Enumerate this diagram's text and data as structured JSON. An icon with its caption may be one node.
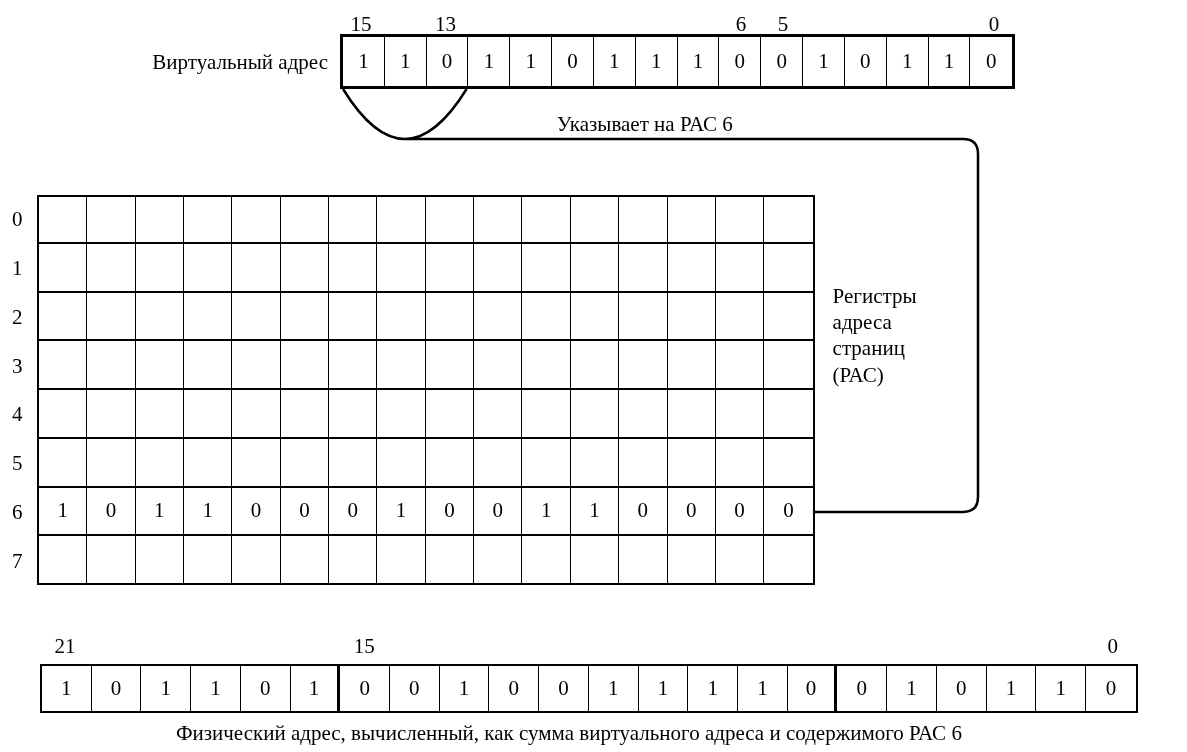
{
  "diagram": {
    "nodes": [
      {
        "text": [
          "Виртуальный адрес",
          "1",
          "1",
          "0",
          "1",
          "1",
          "0",
          "1",
          "1",
          "1",
          "0",
          "0",
          "1",
          "0",
          "1",
          "1",
          "0"
        ]
      },
      {
        "text": [
          "Регистры адреса страниц (РАС)"
        ]
      },
      {
        "text": [
          "1",
          "0",
          "1",
          "1",
          "0",
          "0",
          "0",
          "1",
          "0",
          "0",
          "1",
          "1",
          "0",
          "0",
          "0",
          "0"
        ],
        "in": 1
      },
      {
        "text": [
          "1",
          "0",
          "1",
          "1",
          "0",
          "1",
          "0",
          "0",
          "1",
          "0",
          "0",
          "1",
          "1",
          "1",
          "1",
          "0",
          "0",
          "1",
          "0",
          "1",
          "1",
          "0"
        ],
        "beside": [
          "Физический адрес, вычисленный, как сумма виртуального адреса и содержимого РАС 6"
        ]
      }
    ],
    "edges": [
      {
        "from": 0,
        "to": 2,
        "arrow": "none",
        "label": "Указывает на РАС 6"
      }
    ],
    "labels": [
      "15",
      "13",
      "6",
      "5",
      "0",
      "0",
      "1",
      "2",
      "3",
      "4",
      "5",
      "6",
      "7",
      "21",
      "15",
      "0"
    ]
  }
}
